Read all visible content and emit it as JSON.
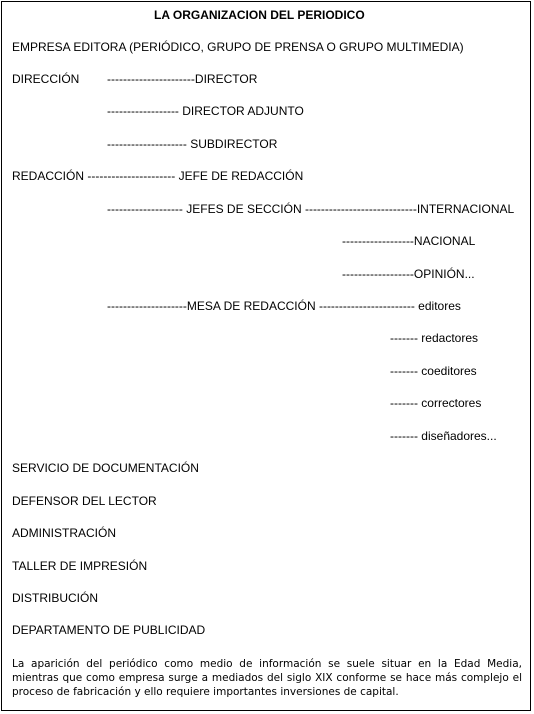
{
  "title": "LA ORGANIZACION DEL PERIODICO",
  "empresa": "EMPRESA EDITORA (PERIÓDICO, GRUPO DE PRENSA O GRUPO MULTIMEDIA)",
  "direccion": {
    "label": "DIRECCIÓN",
    "director": "----------------------DIRECTOR",
    "adjunto": "------------------ DIRECTOR ADJUNTO",
    "subdirector": "-------------------- SUBDIRECTOR"
  },
  "redaccion": {
    "label": "REDACCIÓN ---------------------- JEFE DE REDACCIÓN",
    "jefes_seccion": "------------------- JEFES DE SECCIÓN ----------------------------INTERNACIONAL",
    "nacional": "------------------NACIONAL",
    "opinion": "------------------OPINIÓN...",
    "mesa": "--------------------MESA DE REDACCIÓN ------------------------ editores",
    "mesa_roles": [
      "------- redactores",
      "------- coeditores",
      "------- correctores",
      "------- diseñadores..."
    ]
  },
  "departamentos": [
    "SERVICIO DE DOCUMENTACIÓN",
    "DEFENSOR DEL LECTOR",
    "ADMINISTRACIÓN",
    "TALLER DE IMPRESIÓN",
    "DISTRIBUCIÓN",
    "DEPARTAMENTO DE PUBLICIDAD"
  ],
  "paragraph": "La aparición del periódico como medio de información se suele situar en la Edad Media, mientras que como empresa surge a mediados del siglo XIX conforme se hace más complejo el proceso de fabricación y ello requiere importantes inversiones de capital."
}
